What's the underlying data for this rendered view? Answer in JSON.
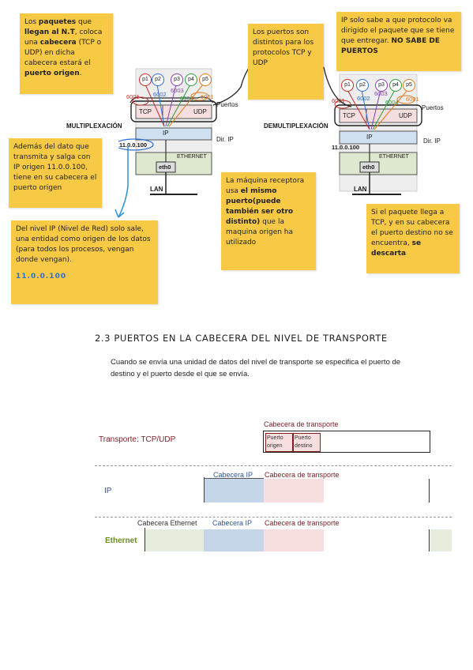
{
  "notes": {
    "paquetes": {
      "t1": "Los ",
      "b1": "paquetes",
      "t2": " que ",
      "b2": "llegan al N.T",
      "t3": ", coloca una ",
      "b3": "cabecera",
      "t4": " (TCP o UDP) en dicha cabecera estará el ",
      "b4": "puerto origen",
      "t5": "."
    },
    "ip_origen": "Además del dato que transmita y salga con IP origen 11.0.0.100, tiene en su cabecera el puerto origen",
    "nivel_ip": "Del nivel IP (Nivel de Red) solo sale, una entidad como origen de los datos (para todos los procesos, vengan donde vengan).",
    "nivel_ip_addr": "11.0.0.100",
    "puertos_distintos": "Los puertos son distintos para los protocolos TCP y UDP",
    "receptora": {
      "t1": "La máquina receptora usa ",
      "b1": "el mismo puerto(puede también ser otro distinto)",
      "t2": " que la maquina origen ha utilizado"
    },
    "ip_solo": {
      "t1": "IP solo sabe a que protocolo va dirigido el paquete que se tiene que entregar. ",
      "b1": "NO SABE DE PUERTOS"
    },
    "descarta": {
      "t1": "Si el paquete llega a TCP, y en su cabecera el puerto destino no se encuentra, ",
      "b1": "se descarta"
    }
  },
  "diagram_left": {
    "procs": [
      "p1",
      "p2",
      "p3",
      "p4",
      "p5"
    ],
    "ports": [
      "6001",
      "6002",
      "6003",
      "6004",
      "6001"
    ],
    "tcp": "TCP",
    "udp": "UDP",
    "ip": "IP",
    "ethernet": "ETHERNET",
    "eth0": "eth0",
    "addr": "11.0.0.100",
    "lan": "LAN",
    "puertos": "Puertos",
    "dir_ip": "Dir. IP",
    "title": "MULTIPLEXACIÓN"
  },
  "diagram_right": {
    "procs": [
      "p1",
      "p2",
      "p3",
      "p4",
      "p5"
    ],
    "ports": [
      "6001",
      "6002",
      "6003",
      "6004",
      "6001"
    ],
    "tcp": "TCP",
    "udp": "UDP",
    "ip": "IP",
    "ethernet": "ETHERNET",
    "eth0": "eth0",
    "addr": "11.0.0.100",
    "lan": "LAN",
    "puertos": "Puertos",
    "dir_ip": "Dir. IP",
    "title": "DEMULTIPLEXACIÓN"
  },
  "section": {
    "title": "2.3 PUERTOS EN LA CABECERA DEL NIVEL DE TRANSPORTE",
    "text": "Cuando se envía una unidad de datos del nivel de transporte se especifica el puerto de destino y el puerto desde el que se envía."
  },
  "encap": {
    "row_transport": "Transporte: TCP/UDP",
    "row_ip": "IP",
    "row_ethernet": "Ethernet",
    "cab_transporte": "Cabecera de transporte",
    "puerto_origen": "Puerto origen",
    "puerto_destino": "Puerto destino",
    "cab_ip": "Cabecera IP",
    "cab_ethernet": "Cabecera Ethernet",
    "colors": {
      "ip": "#c5d5ea",
      "transport": "#f7dfe0",
      "ethernet": "#e6eddc",
      "transport_label": "#7b1e22",
      "ip_label": "#2f5496",
      "ethernet_label": "#6b8e23"
    }
  }
}
